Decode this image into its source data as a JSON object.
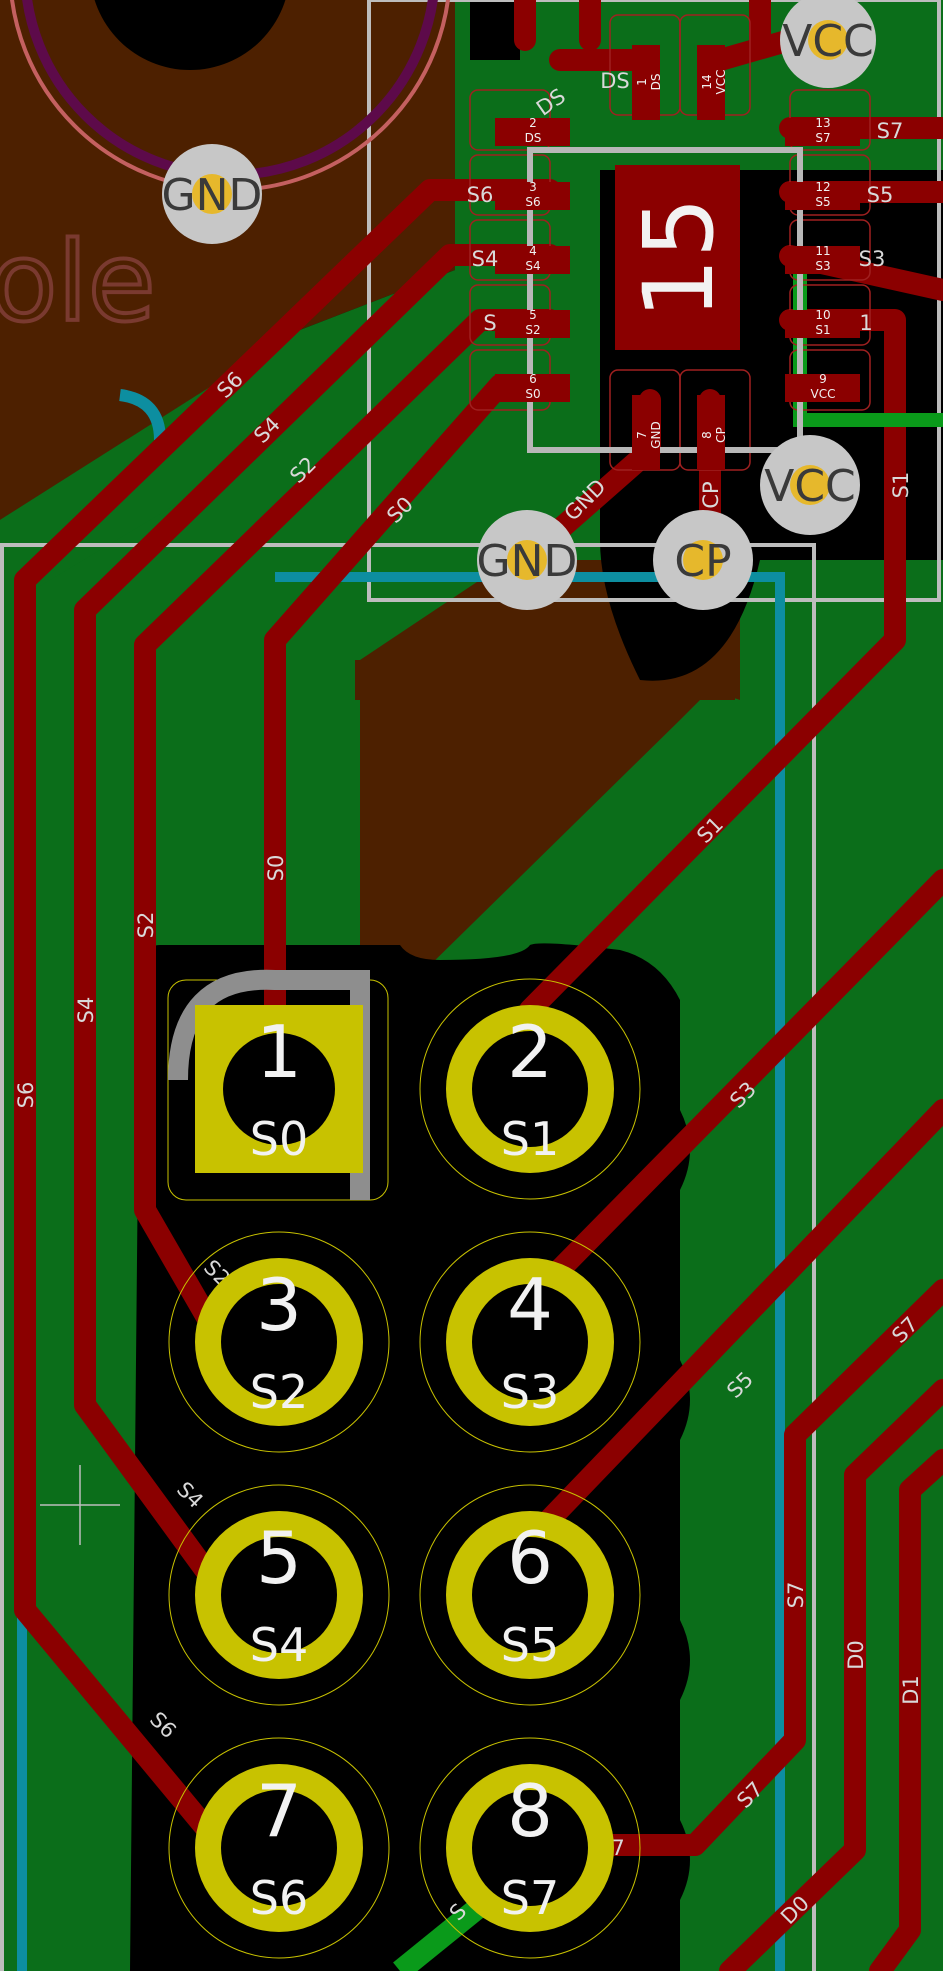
{
  "colors": {
    "background": "#000000",
    "copper_fill": "#0b6e1a",
    "trace": "#8b0000",
    "pad_gold": "#c8c200",
    "via": "#c7c7c7",
    "via_hole": "#e6b82c",
    "copper_back": "#4d2000",
    "silk": "#bdbdbd",
    "edge_cyan": "#0d8ea0"
  },
  "chip": {
    "ref": "15",
    "pads_left": [
      {
        "num": "2",
        "net": "DS"
      },
      {
        "num": "3",
        "net": "S6"
      },
      {
        "num": "4",
        "net": "S4"
      },
      {
        "num": "5",
        "net": "S2"
      },
      {
        "num": "6",
        "net": "S0"
      }
    ],
    "pads_right": [
      {
        "num": "13",
        "net": "S7"
      },
      {
        "num": "12",
        "net": "S5"
      },
      {
        "num": "11",
        "net": "S3"
      },
      {
        "num": "10",
        "net": "S1"
      },
      {
        "num": "9",
        "net": "VCC"
      }
    ],
    "pads_top": [
      {
        "num": "1",
        "net": "DS"
      },
      {
        "num": "14",
        "net": "VCC"
      }
    ],
    "pads_bottom": [
      {
        "num": "7",
        "net": "GND"
      },
      {
        "num": "8",
        "net": "CP"
      }
    ]
  },
  "pad_side_labels": {
    "left": [
      "S6",
      "S4",
      "S"
    ],
    "right": [
      "S7",
      "S5",
      "S3",
      "1"
    ],
    "top_ds": "DS",
    "ds_diag": "DS"
  },
  "vias": {
    "vcc_top": "VCC",
    "gnd_top": "GND",
    "vcc_mid": "VCC",
    "gnd_mid": "GND",
    "cp_mid": "CP"
  },
  "connector_pins": [
    {
      "num": "1",
      "net": "S0"
    },
    {
      "num": "2",
      "net": "S1"
    },
    {
      "num": "3",
      "net": "S2"
    },
    {
      "num": "4",
      "net": "S3"
    },
    {
      "num": "5",
      "net": "S4"
    },
    {
      "num": "6",
      "net": "S5"
    },
    {
      "num": "7",
      "net": "S6"
    },
    {
      "num": "8",
      "net": "S7"
    }
  ],
  "trace_labels": {
    "s6_a": "S6",
    "s4_a": "S4",
    "s2_a": "S2",
    "s0_a": "S0",
    "gnd": "GND",
    "cp": "CP",
    "s1_a": "S1",
    "s1_b": "S1",
    "s0_b": "S0",
    "s2_b": "S2",
    "s4_b": "S4",
    "s6_b": "S6",
    "s3": "S3",
    "s5": "S5",
    "s7_a": "S7",
    "s7_b": "S7",
    "s7_c": "S7",
    "s4_c": "S4",
    "s6_c": "S6",
    "s2_c": "S2",
    "d0_a": "D0",
    "d0_b": "D0",
    "d1": "D1",
    "s7_pin": "7",
    "s_green": "S"
  }
}
